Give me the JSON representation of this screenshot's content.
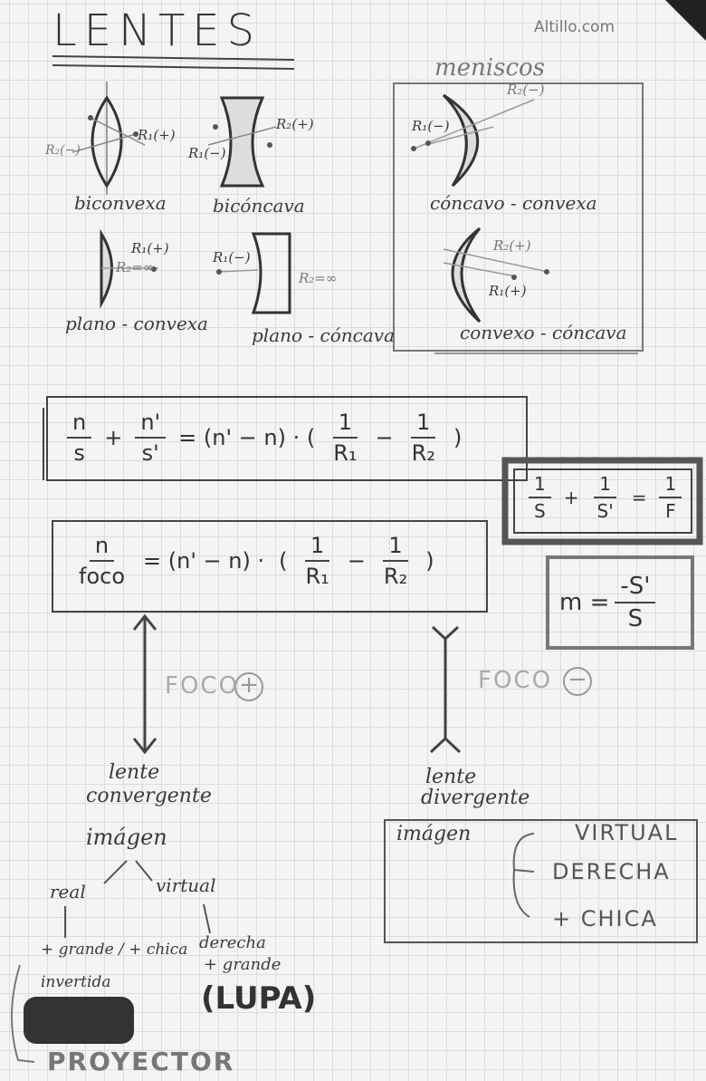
{
  "title": "LENTES",
  "watermark": "Altillo.com",
  "meniscos_label": "meniscos",
  "lenses": {
    "biconvexa": {
      "name": "biconvexa",
      "r1": "R₁",
      "r2": "R₂",
      "r1_sign": "+",
      "r2_sign": "−"
    },
    "biconcava": {
      "name": "bicóncava",
      "r1": "R₁",
      "r2": "R₂",
      "r1_sign": "−",
      "r2_sign": "+"
    },
    "concavo_convexa": {
      "name": "cóncavo - convexa",
      "r1": "R₁",
      "r2": "R₂",
      "r1_sign": "−",
      "r2_sign": "−"
    },
    "plano_convexa": {
      "name": "plano - convexa",
      "r1": "R₁",
      "r1_sign": "+",
      "r2": "R₂=∞"
    },
    "plano_concava": {
      "name": "plano - cóncava",
      "r1": "R₁",
      "r1_sign": "−",
      "r2": "R₂=∞"
    },
    "convexo_concava": {
      "name": "convexo - cóncava",
      "r1": "R₁",
      "r2": "R₂",
      "r1_sign": "+",
      "r2_sign": "+"
    }
  },
  "formulas": {
    "f1": {
      "n1": "n",
      "d1": "s",
      "n2": "n'",
      "d2": "s'",
      "eq": "= (n' − n) · (",
      "a_n": "1",
      "a_d": "R₁",
      "minus": "−",
      "b_n": "1",
      "b_d": "R₂",
      "close": ")"
    },
    "f2": {
      "n1": "1",
      "d1": "S",
      "n2": "1",
      "d2": "S'",
      "n3": "1",
      "d3": "F"
    },
    "f3": {
      "n1": "n",
      "d1": "foco",
      "eq": "= (n' − n) ·",
      "a_n": "1",
      "a_d": "R₁",
      "minus": "−",
      "b_n": "1",
      "b_d": "R₂"
    },
    "f4": {
      "lhs": "m =",
      "num": "-S'",
      "den": "S"
    }
  },
  "convergente": {
    "foco": "FOCO",
    "foco_sign": "+",
    "label_line1": "lente",
    "label_line2": "convergente",
    "imagen": "imágen",
    "real": "real",
    "virtual": "virtual",
    "real_props_1": "+ grande / + chica",
    "real_props_2": "invertida",
    "virtual_props_1": "derecha",
    "virtual_props_2": "+ grande",
    "lupa": "(LUPA)",
    "proyector": "PROYECTOR"
  },
  "divergente": {
    "foco": "FOCO",
    "foco_sign": "−",
    "label_line1": "lente",
    "label_line2": "divergente",
    "imagen": "imágen",
    "props": [
      "VIRTUAL",
      "DERECHA",
      "+ CHICA"
    ]
  }
}
